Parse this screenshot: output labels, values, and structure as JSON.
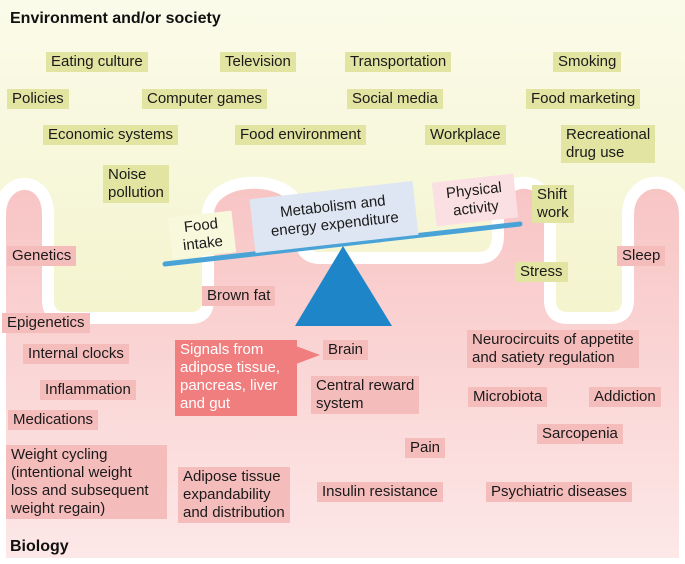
{
  "section_labels": {
    "environment": "Environment and/or society",
    "biology": "Biology"
  },
  "environment_factors": [
    "Eating culture",
    "Television",
    "Transportation",
    "Smoking",
    "Policies",
    "Computer games",
    "Social  media",
    "Food marketing",
    "Economic systems",
    "Food environment",
    "Workplace",
    "Recreational\ndrug use",
    "Noise\npollution",
    "Shift\nwork",
    "Stress"
  ],
  "balance": {
    "food_intake": "Food\nintake",
    "metabolism": "Metabolism and\nenergy expenditure",
    "physical_activity": "Physical\nactivity"
  },
  "biology_factors": [
    "Genetics",
    "Brown fat",
    "Sleep",
    "Epigenetics",
    "Internal clocks",
    "Brain",
    "Neurocircuits of appetite\nand satiety regulation",
    "Inflammation",
    "Central reward\nsystem",
    "Microbiota",
    "Addiction",
    "Medications",
    "Sarcopenia",
    "Pain",
    "Weight cycling\n(intentional weight\nloss and subsequent\nweight regain)",
    "Adipose tissue\nexpandability\nand distribution",
    "Insulin resistance",
    "Psychiatric diseases"
  ],
  "signal_box": "Signals from\nadipose tissue,\npancreas, liver\nand gut",
  "colors": {
    "environment_bg": "#f7f6d8",
    "environment_box": "#e2e4a2",
    "biology_bg": "#fbd6d6",
    "biology_box": "#f5bcbc",
    "signal_box": "#f07e7e",
    "beam": "#4aa3d6",
    "fulcrum": "#1e86c8"
  }
}
